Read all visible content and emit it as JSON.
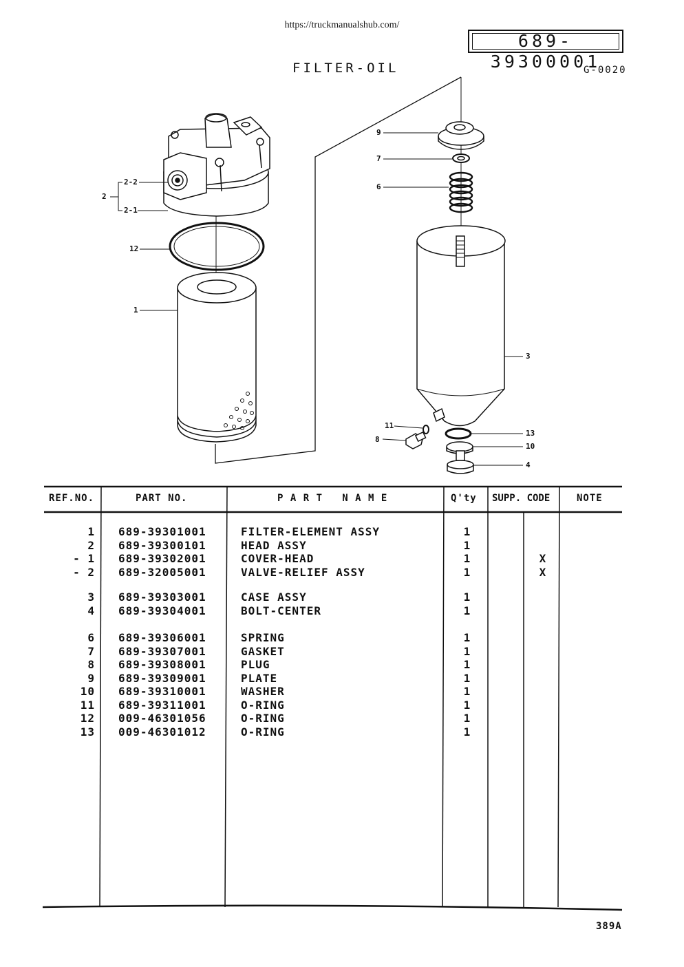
{
  "header": {
    "url": "https://truckmanualshub.com/",
    "document_number": "689-39300001",
    "title": "FILTER-OIL",
    "group_code": "G-0020",
    "page_number": "389A"
  },
  "callouts": [
    "9",
    "7",
    "6",
    "2-2",
    "2",
    "2-1",
    "12",
    "1",
    "3",
    "11",
    "8",
    "13",
    "10",
    "4"
  ],
  "table": {
    "columns": [
      "REF.NO.",
      "PART NO.",
      "P A R T   N A M E",
      "Q'ty",
      "SUPP. CODE",
      "NOTE"
    ],
    "groups": [
      [
        {
          "ref": "1",
          "part_no": "689-39301001",
          "name": "FILTER-ELEMENT ASSY",
          "qty": "1",
          "code": ""
        },
        {
          "ref": "2",
          "part_no": "689-39300101",
          "name": "HEAD ASSY",
          "qty": "1",
          "code": ""
        },
        {
          "ref": "- 1",
          "part_no": "689-39302001",
          "name": "COVER-HEAD",
          "qty": "1",
          "code": "X"
        },
        {
          "ref": "- 2",
          "part_no": "689-32005001",
          "name": "VALVE-RELIEF ASSY",
          "qty": "1",
          "code": "X"
        }
      ],
      [
        {
          "ref": "3",
          "part_no": "689-39303001",
          "name": "CASE ASSY",
          "qty": "1",
          "code": ""
        },
        {
          "ref": "4",
          "part_no": "689-39304001",
          "name": "BOLT-CENTER",
          "qty": "1",
          "code": ""
        }
      ],
      [
        {
          "ref": "6",
          "part_no": "689-39306001",
          "name": "SPRING",
          "qty": "1",
          "code": ""
        },
        {
          "ref": "7",
          "part_no": "689-39307001",
          "name": "GASKET",
          "qty": "1",
          "code": ""
        },
        {
          "ref": "8",
          "part_no": "689-39308001",
          "name": "PLUG",
          "qty": "1",
          "code": ""
        },
        {
          "ref": "9",
          "part_no": "689-39309001",
          "name": "PLATE",
          "qty": "1",
          "code": ""
        },
        {
          "ref": "10",
          "part_no": "689-39310001",
          "name": "WASHER",
          "qty": "1",
          "code": ""
        },
        {
          "ref": "11",
          "part_no": "689-39311001",
          "name": "O-RING",
          "qty": "1",
          "code": ""
        },
        {
          "ref": "12",
          "part_no": "009-46301056",
          "name": "O-RING",
          "qty": "1",
          "code": ""
        },
        {
          "ref": "13",
          "part_no": "009-46301012",
          "name": "O-RING",
          "qty": "1",
          "code": ""
        }
      ]
    ]
  }
}
